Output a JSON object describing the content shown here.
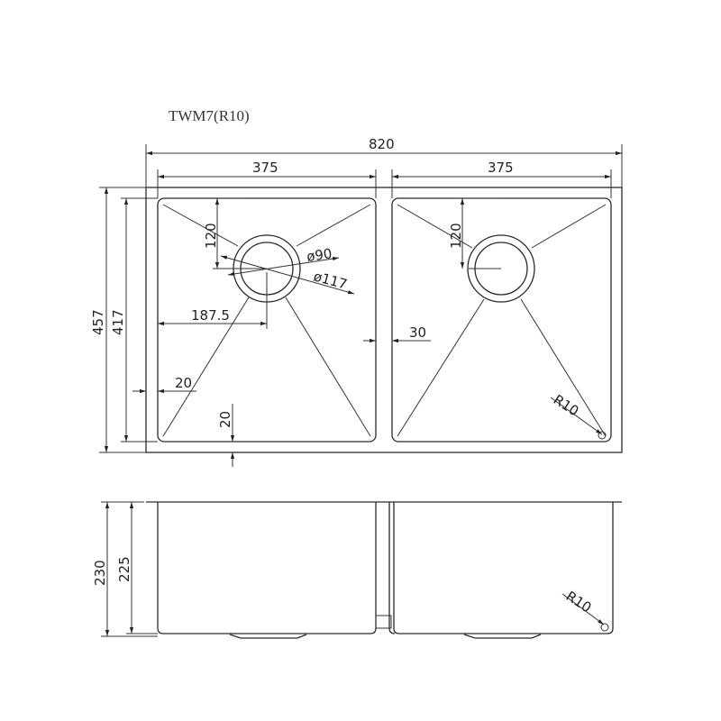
{
  "title": "TWM7(R10)",
  "top_view": {
    "overall_width": "820",
    "bowl_left_width": "375",
    "bowl_right_width": "375",
    "overall_depth": "457",
    "bowl_depth": "417",
    "drain_offset_top_left": "120",
    "drain_offset_top_right": "120",
    "drain_inner_diameter": "ø90",
    "drain_outer_diameter": "ø117",
    "drain_offset_side": "187.5",
    "rim_side": "20",
    "rim_bottom": "20",
    "divider_width": "30",
    "corner_radius": "R10"
  },
  "side_view": {
    "overall_height": "230",
    "bowl_height": "225",
    "corner_radius": "R10"
  }
}
